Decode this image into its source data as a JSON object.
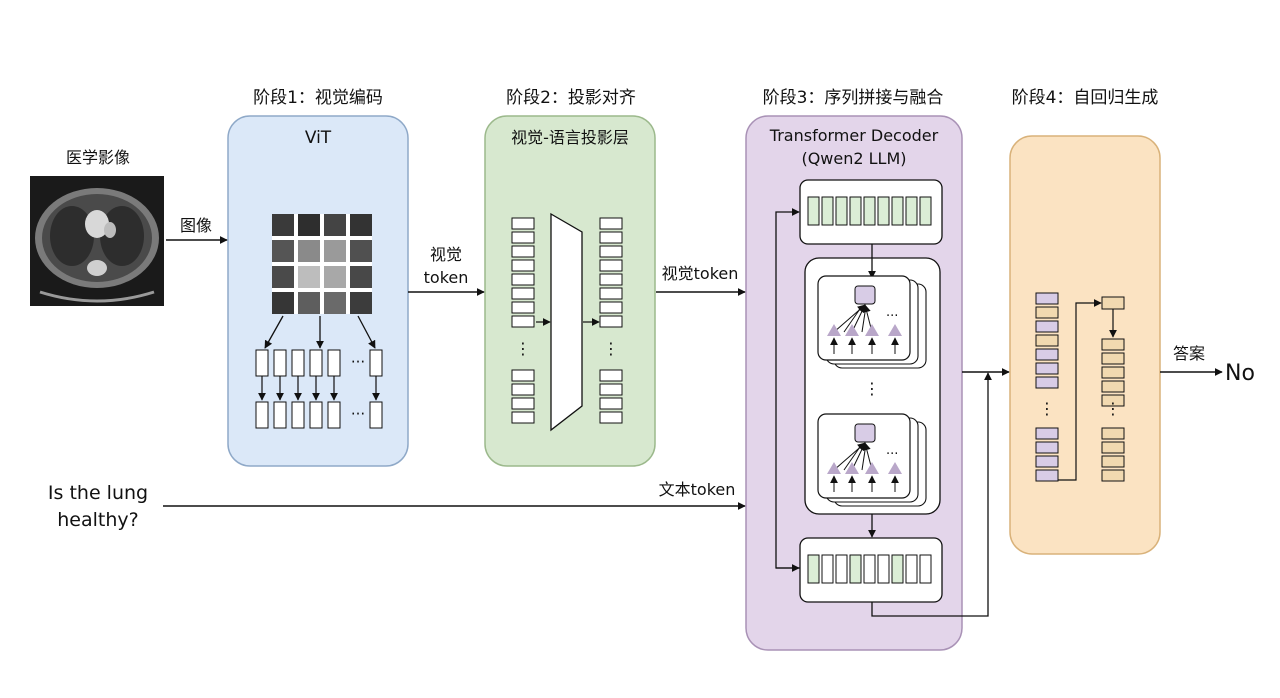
{
  "stages": {
    "s1": "阶段1：视觉编码",
    "s2": "阶段2：投影对齐",
    "s3": "阶段3：序列拼接与融合",
    "s4": "阶段4：自回归生成"
  },
  "input": {
    "image_title": "医学影像",
    "image_edge": "图像",
    "question_line1": "Is the lung",
    "question_line2": "healthy?"
  },
  "vit": {
    "title": "ViT",
    "ellipsis": "···",
    "output_line1": "视觉",
    "output_line2": "token"
  },
  "projector": {
    "title": "视觉-语言投影层",
    "ellipsis": "⋮",
    "output": "视觉token"
  },
  "decoder": {
    "title_line1": "Transformer Decoder",
    "title_line2": "(Qwen2 LLM)",
    "ellipsis": "···",
    "vdots": "⋮",
    "text_token": "文本token"
  },
  "generation": {
    "ellipsis": "⋮",
    "answer_label": "答案",
    "answer": "No"
  },
  "colors": {
    "vit_fill": "#dbe8f8",
    "vit_stroke": "#8fa9c8",
    "proj_fill": "#d7e8cf",
    "proj_stroke": "#9cb98c",
    "dec_fill": "#e3d5ea",
    "dec_stroke": "#a992b6",
    "gen_fill": "#fbe3c2",
    "gen_stroke": "#d9b27a",
    "token_green": "#dbeed6",
    "token_purple": "#d8cce6",
    "token_tan": "#f1d9b0",
    "tri": "#b9a7c9"
  }
}
